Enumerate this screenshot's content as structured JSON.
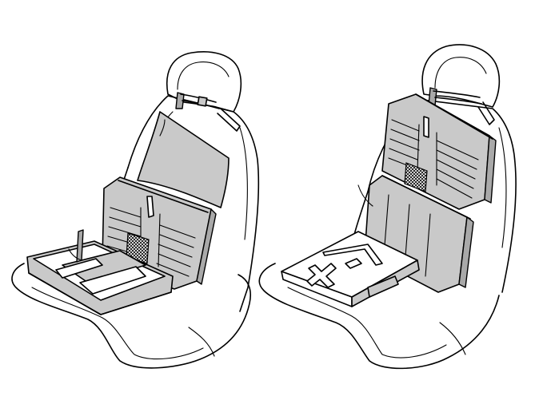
{
  "figure": {
    "background": "#ffffff",
    "panels": [
      {
        "id": "left",
        "depicts": "seat-with-open-organizer-case"
      },
      {
        "id": "right",
        "depicts": "seat-with-mounted-organizer-and-tray"
      }
    ],
    "colors": {
      "line": "#000000",
      "panel_fill": "#c9c9c9",
      "dark_fill": "#a9a9a9",
      "tray_fill": "#ffffff"
    }
  }
}
